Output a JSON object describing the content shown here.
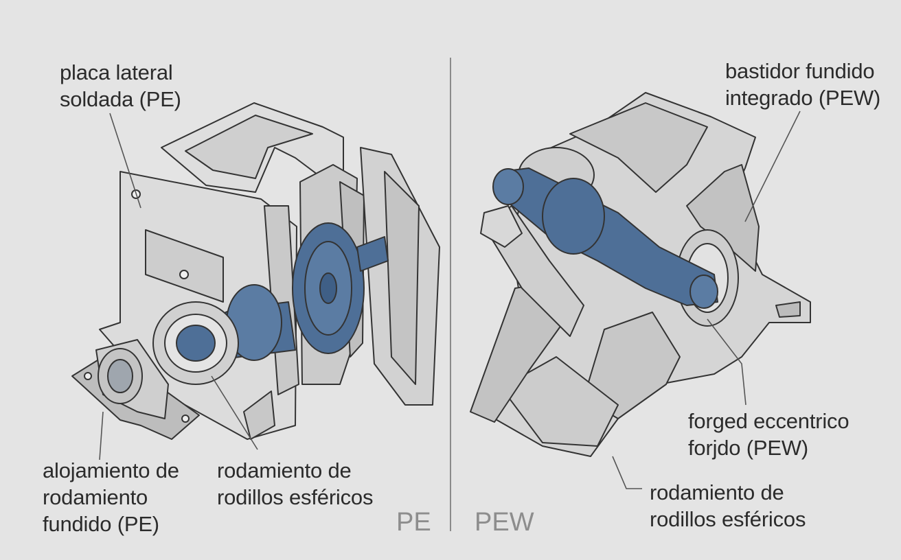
{
  "labels": {
    "pe_side_plate": [
      "placa lateral",
      "soldada (PE)"
    ],
    "pe_bearing_housing": [
      "alojamiento de",
      "rodamiento",
      "fundido (PE)"
    ],
    "pe_spherical_bearing": [
      "rodamiento de",
      "rodillos esféricos"
    ],
    "pew_cast_frame": [
      "bastidor fundido",
      "integrado (PEW)"
    ],
    "pew_eccentric": [
      "forged eccentrico",
      "forjdo (PEW)"
    ],
    "pew_spherical_bearing": [
      "rodamiento de",
      "rodillos esféricos"
    ]
  },
  "tags": {
    "left": "PE",
    "right": "PEW"
  },
  "colors": {
    "background": "#e4e4e4",
    "metal": "#d6d6d6",
    "metal_dark": "#b9b9b9",
    "shaft_blue": "#4e6f97",
    "outline": "#333333",
    "divider": "#8a8a8a"
  }
}
